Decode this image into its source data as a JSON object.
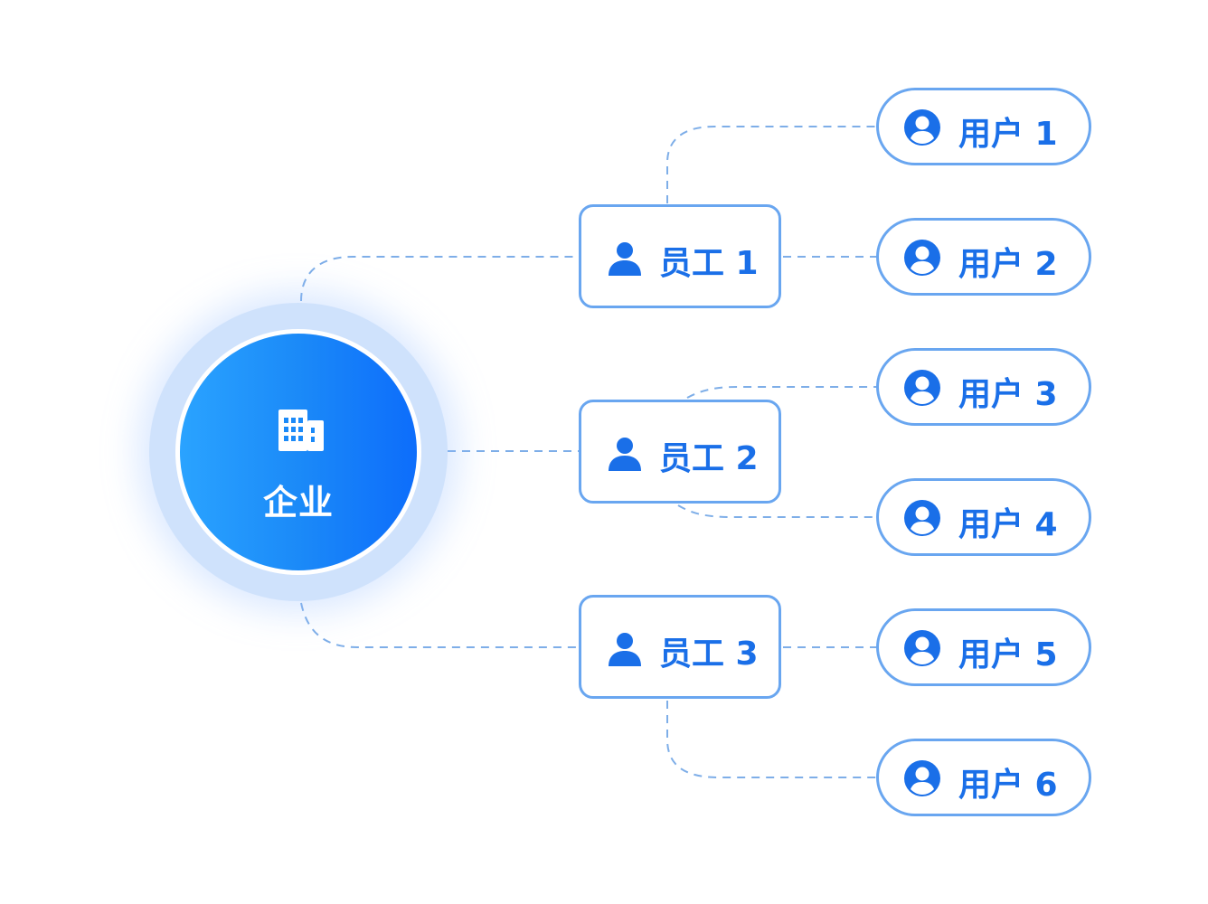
{
  "colors": {
    "accent": "#1a6fe8",
    "border": "#69a6f0",
    "connector": "#7eaee8",
    "center_gradient_start": "#2aa3ff",
    "center_gradient_end": "#0d6dfb",
    "center_ring": "#cfe2fc"
  },
  "center": {
    "label": "企业",
    "icon": "building-icon"
  },
  "employees": [
    {
      "label": "员工 1",
      "icon": "person-icon"
    },
    {
      "label": "员工 2",
      "icon": "person-icon"
    },
    {
      "label": "员工 3",
      "icon": "person-icon"
    }
  ],
  "users": [
    {
      "label": "用户 1",
      "icon": "user-circle-icon"
    },
    {
      "label": "用户 2",
      "icon": "user-circle-icon"
    },
    {
      "label": "用户 3",
      "icon": "user-circle-icon"
    },
    {
      "label": "用户 4",
      "icon": "user-circle-icon"
    },
    {
      "label": "用户 5",
      "icon": "user-circle-icon"
    },
    {
      "label": "用户 6",
      "icon": "user-circle-icon"
    }
  ]
}
